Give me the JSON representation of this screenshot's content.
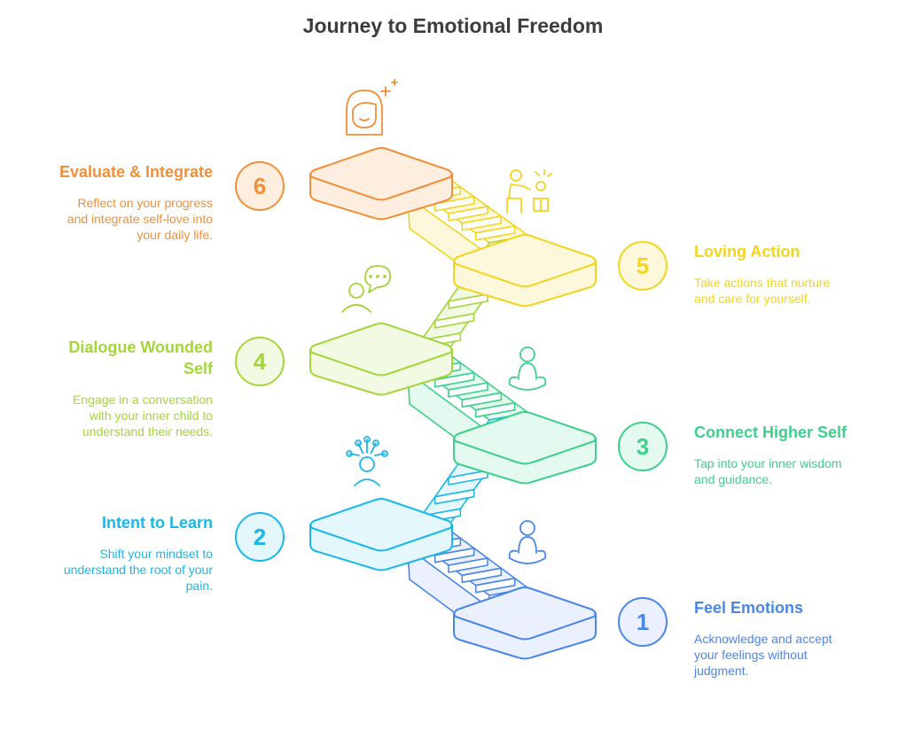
{
  "title": "Journey to Emotional Freedom",
  "steps": [
    {
      "number": "1",
      "title": "Feel Emotions",
      "description": "Acknowledge and accept your feelings without judgment.",
      "color": "#4a86e8",
      "fill": "#eaf0fd",
      "icon": "meditation-person-icon"
    },
    {
      "number": "2",
      "title": "Intent to Learn",
      "description": "Shift your mindset to understand the root of your pain.",
      "color": "#1ab8e8",
      "fill": "#e3f7fd",
      "icon": "idea-network-person-icon"
    },
    {
      "number": "3",
      "title": "Connect Higher Self",
      "description": "Tap into your inner wisdom and guidance.",
      "color": "#3ed08c",
      "fill": "#e4f9ef",
      "icon": "meditation-person-icon"
    },
    {
      "number": "4",
      "title": "Dialogue Wounded Self",
      "description": "Engage in a conversation with your inner child to understand their needs.",
      "color": "#a4d63c",
      "fill": "#f2fae3",
      "icon": "speech-bubble-person-icon"
    },
    {
      "number": "5",
      "title": "Loving Action",
      "description": "Take actions that nurture and care for yourself.",
      "color": "#f3d51f",
      "fill": "#fdf8dc",
      "icon": "caregiver-child-icon"
    },
    {
      "number": "6",
      "title": "Evaluate & Integrate",
      "description": "Reflect on your progress and integrate self-love into your daily life.",
      "color": "#f0903a",
      "fill": "#fdeee0",
      "icon": "smiling-face-sparkle-icon"
    }
  ]
}
